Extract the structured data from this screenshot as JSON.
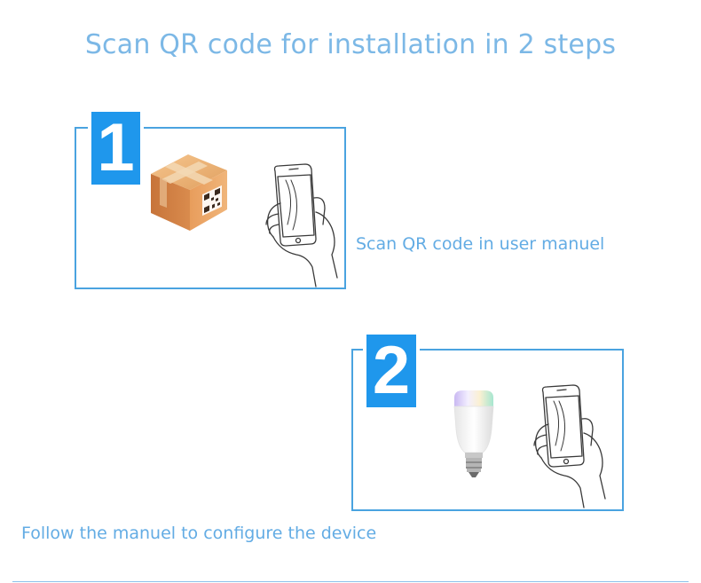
{
  "heading": "Scan QR code for installation in 2 steps",
  "steps": [
    {
      "number": "1",
      "caption": "Scan QR code in user manuel",
      "icons": [
        "package-box-icon",
        "qr-code-icon",
        "hand-holding-phone-icon"
      ]
    },
    {
      "number": "2",
      "caption": "Follow the manuel to configure the device",
      "icons": [
        "smart-bulb-icon",
        "hand-holding-phone-icon"
      ]
    }
  ],
  "colors": {
    "accent": "#1f97ec",
    "frame": "#4aa3e0",
    "text": "#63ace4",
    "heading": "#7cb8e6"
  }
}
